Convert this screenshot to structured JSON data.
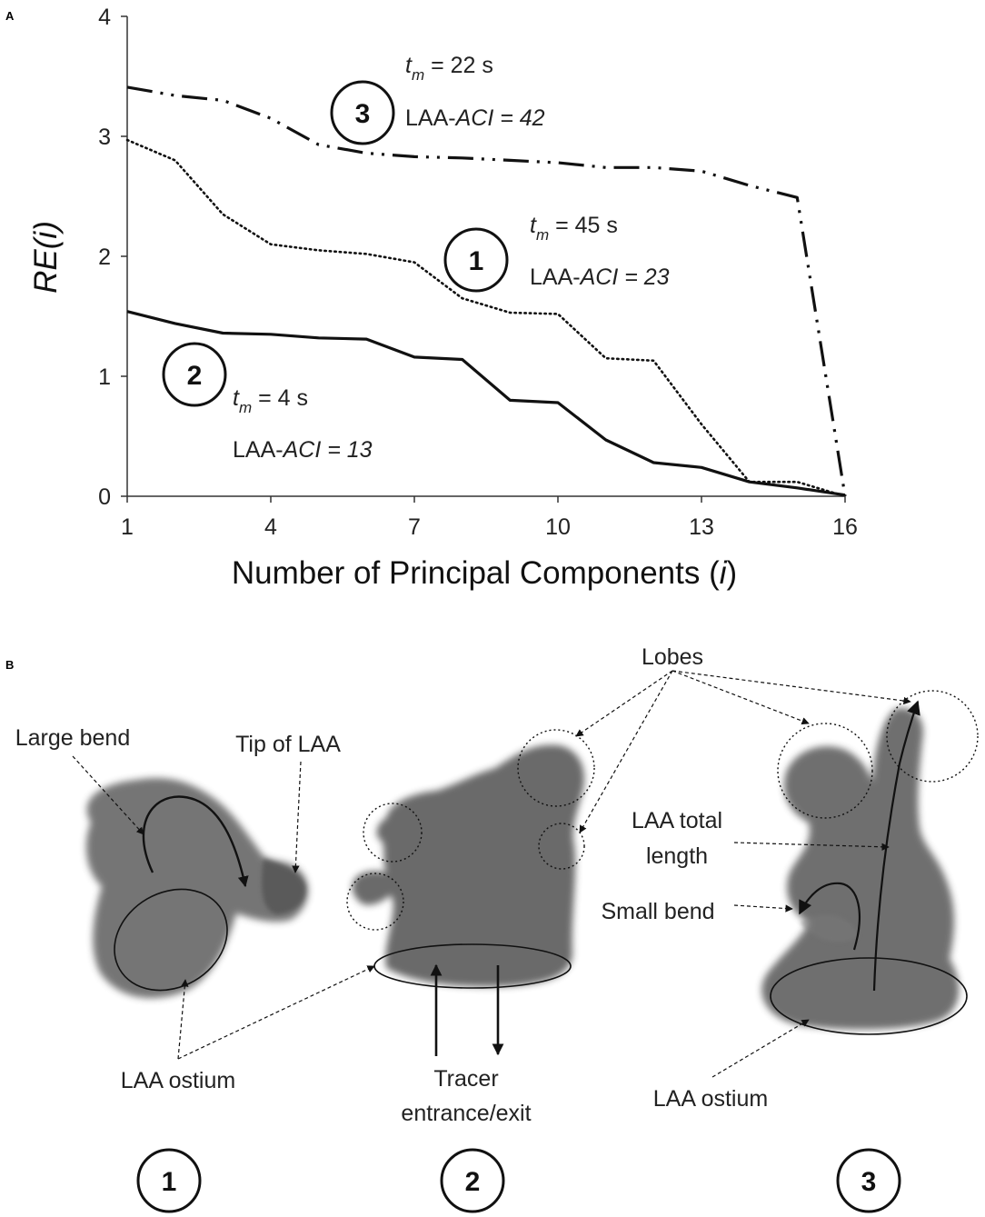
{
  "panel_a_label": "A",
  "panel_b_label": "B",
  "chart_data": {
    "type": "line",
    "title": "",
    "xlabel_text": "Number of Principal Components (",
    "xlabel_var": "i",
    "xlabel_close": ")",
    "ylabel": "RE(i)",
    "xlim": [
      1,
      16
    ],
    "ylim": [
      0,
      4
    ],
    "xticks": [
      1,
      4,
      7,
      10,
      13,
      16
    ],
    "yticks": [
      0,
      1,
      2,
      3,
      4
    ],
    "grid": false,
    "series": [
      {
        "id": "1",
        "style": "dotted",
        "x": [
          1,
          2,
          3,
          4,
          5,
          6,
          7,
          8,
          9,
          10,
          11,
          12,
          13,
          14,
          15,
          16
        ],
        "y": [
          2.97,
          2.8,
          2.35,
          2.1,
          2.05,
          2.02,
          1.95,
          1.65,
          1.53,
          1.52,
          1.15,
          1.13,
          0.6,
          0.12,
          0.12,
          0.0
        ]
      },
      {
        "id": "2",
        "style": "solid",
        "x": [
          1,
          2,
          3,
          4,
          5,
          6,
          7,
          8,
          9,
          10,
          11,
          12,
          13,
          14,
          15,
          16
        ],
        "y": [
          1.54,
          1.44,
          1.36,
          1.35,
          1.32,
          1.31,
          1.16,
          1.14,
          0.8,
          0.78,
          0.47,
          0.28,
          0.24,
          0.12,
          0.07,
          0.01
        ]
      },
      {
        "id": "3",
        "style": "dash-dot-dot",
        "x": [
          1,
          2,
          3,
          4,
          5,
          6,
          7,
          8,
          9,
          10,
          11,
          12,
          13,
          14,
          15,
          16
        ],
        "y": [
          3.41,
          3.34,
          3.3,
          3.15,
          2.93,
          2.86,
          2.83,
          2.82,
          2.8,
          2.78,
          2.74,
          2.74,
          2.71,
          2.59,
          2.49,
          0.0
        ]
      }
    ],
    "annotations": {
      "s1": {
        "badge": "1",
        "tm_sub": "m",
        "tm_value": " = 45 s",
        "aci_prefix": "LAA-",
        "aci_value": "ACI = 23"
      },
      "s2": {
        "badge": "2",
        "tm_sub": "m",
        "tm_value": " = 4 s",
        "aci_prefix": "LAA-",
        "aci_value": "ACI = 13"
      },
      "s3": {
        "badge": "3",
        "tm_sub": "m",
        "tm_value": " = 22 s",
        "aci_prefix": "LAA-",
        "aci_value": "ACI = 42"
      }
    }
  },
  "panel_b": {
    "labels": {
      "large_bend": "Large bend",
      "tip_of_laa": "Tip of LAA",
      "laa_ostium_left": "LAA ostium",
      "lobes": "Lobes",
      "tracer_line1": "Tracer",
      "tracer_line2": "entrance/exit",
      "total_length_line1": "LAA total",
      "total_length_line2": "length",
      "small_bend": "Small bend",
      "laa_ostium_right": "LAA ostium"
    },
    "badges": [
      "1",
      "2",
      "3"
    ]
  }
}
